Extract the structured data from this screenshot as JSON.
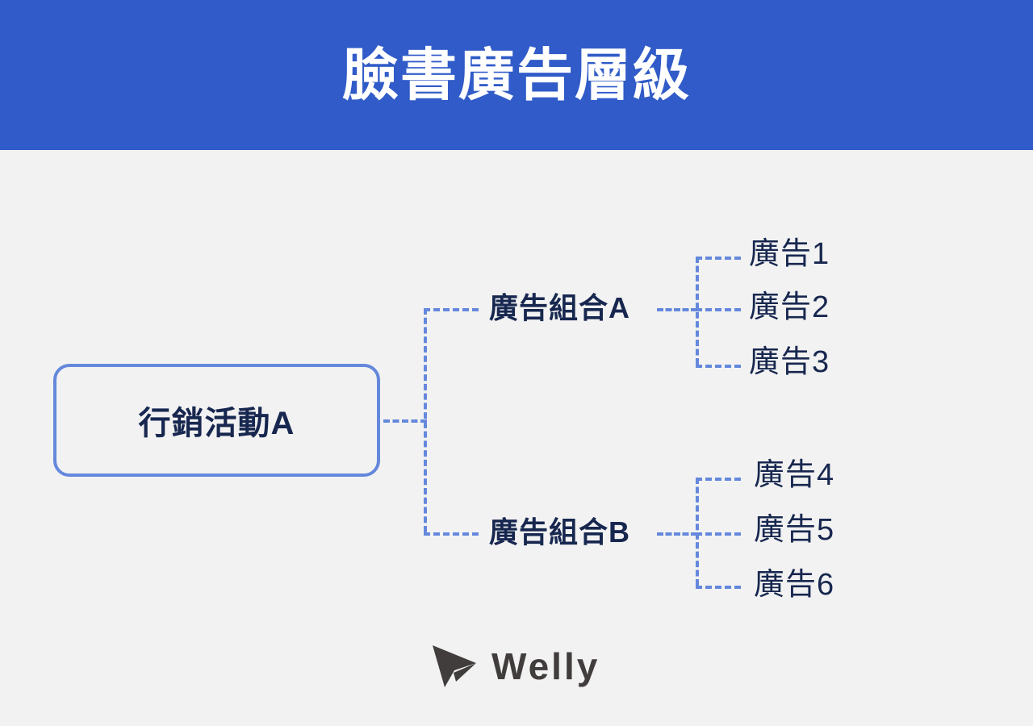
{
  "header": {
    "title": "臉書廣告層級"
  },
  "diagram": {
    "type": "tree",
    "campaign": {
      "label": "行銷活動A"
    },
    "adsets": [
      {
        "label": "廣告組合A",
        "ads": [
          {
            "label": "廣告1"
          },
          {
            "label": "廣告2"
          },
          {
            "label": "廣告3"
          }
        ]
      },
      {
        "label": "廣告組合B",
        "ads": [
          {
            "label": "廣告4"
          },
          {
            "label": "廣告5"
          },
          {
            "label": "廣告6"
          }
        ]
      }
    ],
    "colors": {
      "header_background": "#305bc8",
      "page_background": "#f2f2f2",
      "connector": "#6488dc",
      "box_border": "#6488dc",
      "text_navy": "#17274f",
      "header_text": "#ffffff",
      "logo": "#413d3c"
    }
  },
  "footer": {
    "brand": "Welly",
    "logo_icon": "paper-plane-icon"
  }
}
